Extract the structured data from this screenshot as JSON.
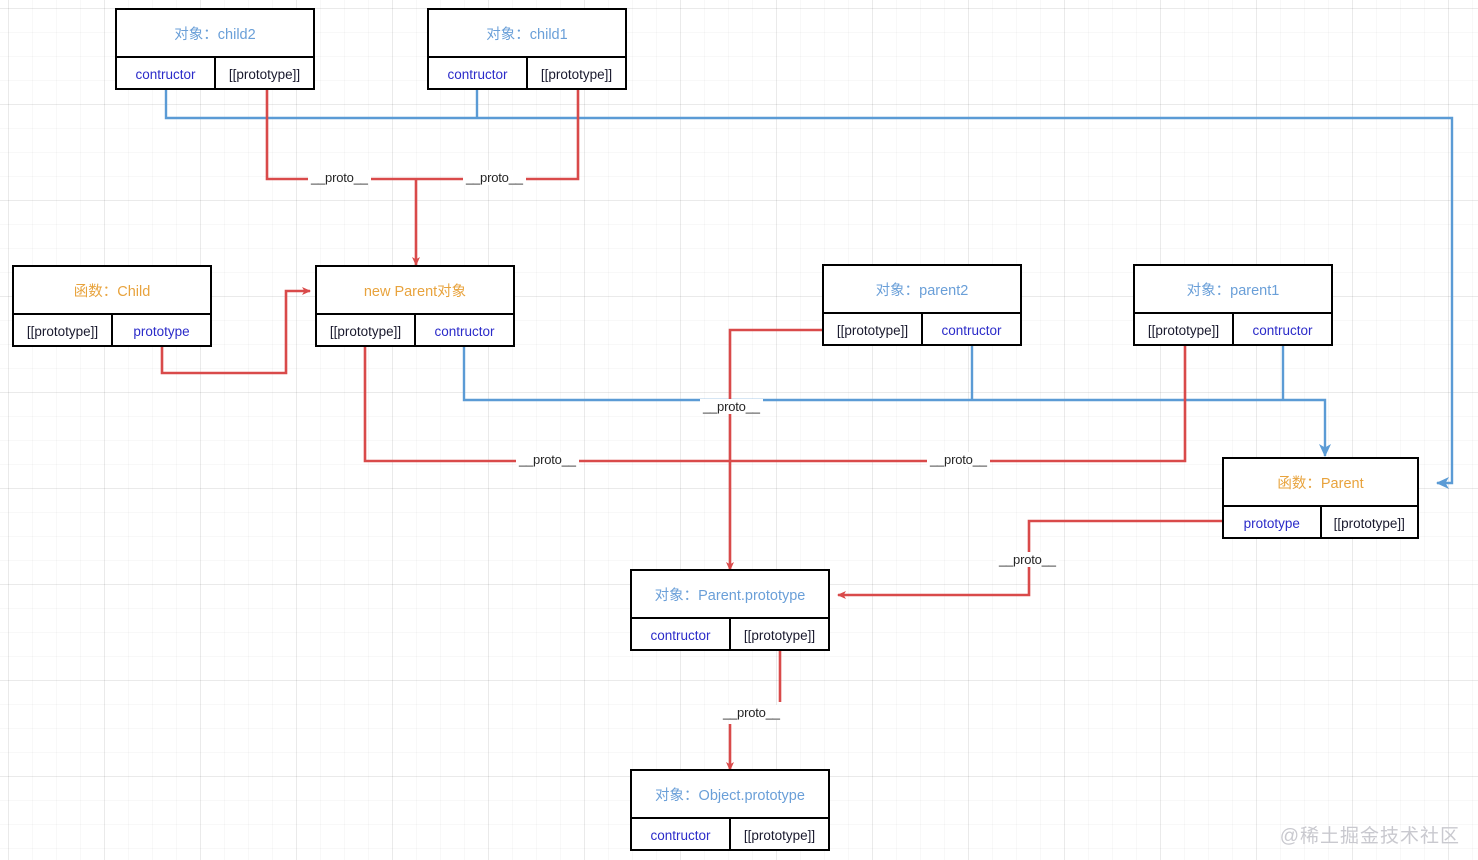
{
  "diagram": {
    "title": "JavaScript prototype chain diagram",
    "colors": {
      "red": "#d94a4a",
      "blue": "#5b9bd5",
      "object_title": "#6a9fd8",
      "function_title": "#e8a33d",
      "field_blue": "#2b2bc9",
      "field_dark": "#1a1a2e",
      "border": "#000000",
      "grid": "#e9e9ee",
      "watermark": "#c9c9cf"
    },
    "nodes": [
      {
        "id": "child2",
        "kind": "object",
        "title": "对象：child2",
        "fields": [
          "contructor",
          "[[prototype]]"
        ]
      },
      {
        "id": "child1",
        "kind": "object",
        "title": "对象：child1",
        "fields": [
          "contructor",
          "[[prototype]]"
        ]
      },
      {
        "id": "child_fn",
        "kind": "function",
        "title": "函数：Child",
        "fields": [
          "[[prototype]]",
          "prototype"
        ]
      },
      {
        "id": "new_parent",
        "kind": "neutral",
        "title": "new Parent对象",
        "fields": [
          "[[prototype]]",
          "contructor"
        ]
      },
      {
        "id": "parent2",
        "kind": "object",
        "title": "对象：parent2",
        "fields": [
          "[[prototype]]",
          "contructor"
        ]
      },
      {
        "id": "parent1",
        "kind": "object",
        "title": "对象：parent1",
        "fields": [
          "[[prototype]]",
          "contructor"
        ]
      },
      {
        "id": "parent_fn",
        "kind": "function",
        "title": "函数：Parent",
        "fields": [
          "prototype",
          "[[prototype]]"
        ]
      },
      {
        "id": "parent_prototype",
        "kind": "object",
        "title": "对象：Parent.prototype",
        "fields": [
          "contructor",
          "[[prototype]]"
        ]
      },
      {
        "id": "object_prototype",
        "kind": "object",
        "title": "对象：Object.prototype",
        "fields": [
          "contructor",
          "[[prototype]]"
        ]
      }
    ],
    "edge_labels": [
      {
        "id": "proto-child2",
        "text": "__proto__"
      },
      {
        "id": "proto-child1",
        "text": "__proto__"
      },
      {
        "id": "proto-blue-center",
        "text": "__proto__"
      },
      {
        "id": "proto-newparent",
        "text": "__proto__"
      },
      {
        "id": "proto-parent2",
        "text": "__proto__"
      },
      {
        "id": "proto-parentfn",
        "text": "__proto__"
      },
      {
        "id": "proto-objectproto",
        "text": "__proto__"
      }
    ],
    "watermark": "@稀土掘金技术社区"
  }
}
